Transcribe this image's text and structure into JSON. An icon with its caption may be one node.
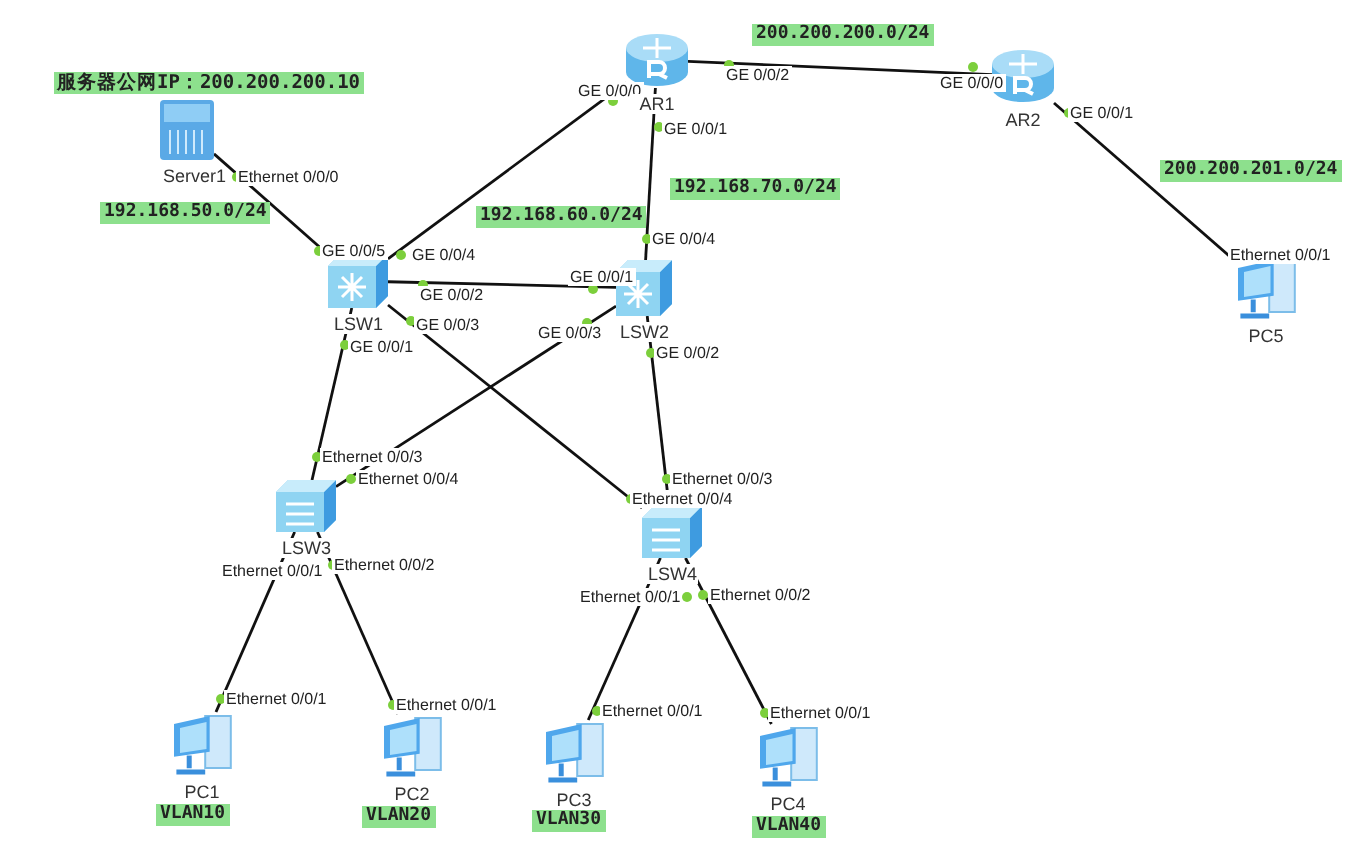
{
  "diagram": {
    "nodes": [
      {
        "text": [
          "Server1"
        ],
        "beside": [
          "服务器公网IP：200.200.200.10"
        ]
      },
      {
        "text": [
          "AR1"
        ]
      },
      {
        "text": [
          "AR2"
        ]
      },
      {
        "text": [
          "LSW1"
        ]
      },
      {
        "text": [
          "LSW2"
        ]
      },
      {
        "text": [
          "LSW3"
        ]
      },
      {
        "text": [
          "LSW4"
        ]
      },
      {
        "text": [
          "PC1"
        ],
        "beside": [
          "VLAN10"
        ]
      },
      {
        "text": [
          "PC2"
        ],
        "beside": [
          "VLAN20"
        ]
      },
      {
        "text": [
          "PC3"
        ],
        "beside": [
          "VLAN30"
        ]
      },
      {
        "text": [
          "PC4"
        ],
        "beside": [
          "VLAN40"
        ]
      },
      {
        "text": [
          "PC5"
        ]
      }
    ],
    "edges": [
      {
        "from": 0,
        "to": 3,
        "arrow": "none",
        "label": "192.168.50.0/24"
      },
      {
        "from": 3,
        "to": 1,
        "arrow": "none",
        "label": "192.168.60.0/24"
      },
      {
        "from": 4,
        "to": 1,
        "arrow": "none",
        "label": "192.168.70.0/24"
      },
      {
        "from": 1,
        "to": 2,
        "arrow": "none",
        "label": "200.200.200.0/24"
      },
      {
        "from": 2,
        "to": 11,
        "arrow": "none",
        "label": "200.200.201.0/24"
      },
      {
        "from": 3,
        "to": 4,
        "arrow": "none"
      },
      {
        "from": 3,
        "to": 5,
        "arrow": "none"
      },
      {
        "from": 3,
        "to": 6,
        "arrow": "none"
      },
      {
        "from": 4,
        "to": 5,
        "arrow": "none"
      },
      {
        "from": 4,
        "to": 6,
        "arrow": "none"
      },
      {
        "from": 5,
        "to": 7,
        "arrow": "none"
      },
      {
        "from": 5,
        "to": 8,
        "arrow": "none"
      },
      {
        "from": 6,
        "to": 9,
        "arrow": "none"
      },
      {
        "from": 6,
        "to": 10,
        "arrow": "none"
      }
    ],
    "labels": [
      "GE 0/0/2",
      "GE 0/0/0",
      "GE 0/0/0",
      "GE 0/0/1",
      "GE 0/0/1",
      "Ethernet 0/0/0",
      "GE 0/0/4",
      "GE 0/0/5",
      "GE 0/0/4",
      "Ethernet 0/0/1",
      "GE 0/0/1",
      "GE 0/0/2",
      "GE 0/0/3",
      "GE 0/0/3",
      "GE 0/0/1",
      "GE 0/0/2",
      "Ethernet 0/0/3",
      "Ethernet 0/0/3",
      "Ethernet 0/0/4",
      "Ethernet 0/0/4",
      "Ethernet 0/0/2",
      "Ethernet 0/0/1",
      "Ethernet 0/0/2",
      "Ethernet 0/0/1",
      "Ethernet 0/0/1",
      "Ethernet 0/0/1",
      "Ethernet 0/0/1",
      "Ethernet 0/0/1"
    ]
  }
}
